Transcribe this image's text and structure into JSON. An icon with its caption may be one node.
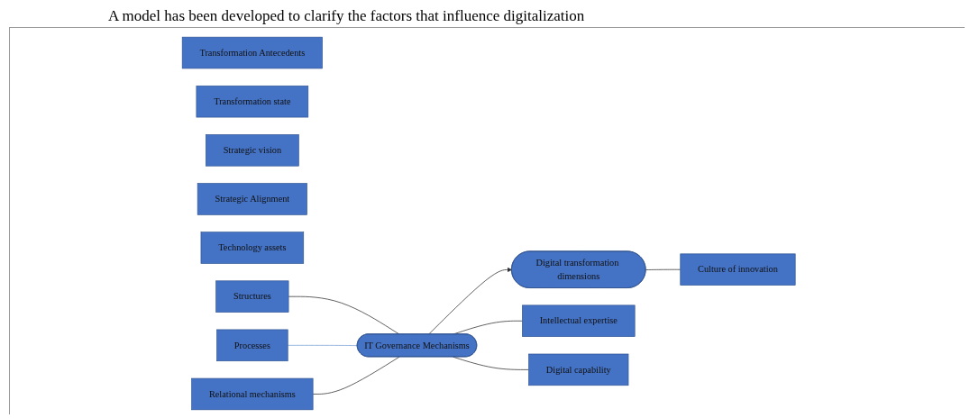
{
  "diagram": {
    "title": "A model has been developed to clarify the factors that influence digitalization",
    "nodes": [
      {
        "text": [
          "Transformation Antecedents"
        ]
      },
      {
        "text": [
          "Transformation state"
        ]
      },
      {
        "text": [
          "Strategic vision"
        ]
      },
      {
        "text": [
          "Strategic Alignment"
        ]
      },
      {
        "text": [
          "Technology assets"
        ]
      },
      {
        "text": [
          "Structures"
        ]
      },
      {
        "text": [
          "Processes"
        ]
      },
      {
        "text": [
          "Relational mechanisms"
        ]
      },
      {
        "text": [
          "IT Governance Mechanisms"
        ]
      },
      {
        "text": [
          "Digital transformation dimensions"
        ]
      },
      {
        "text": [
          "Intellectual expertise"
        ]
      },
      {
        "text": [
          "Digital capability"
        ]
      },
      {
        "text": [
          "Culture of innovation"
        ]
      }
    ],
    "edges": [
      {
        "from": 5,
        "to": 8,
        "arrow": "none"
      },
      {
        "from": 6,
        "to": 8,
        "arrow": "none",
        "color": "#7aa3d6"
      },
      {
        "from": 7,
        "to": 8,
        "arrow": "none"
      },
      {
        "from": 8,
        "to": 10,
        "arrow": "none"
      },
      {
        "from": 8,
        "to": 11,
        "arrow": "none"
      },
      {
        "from": 8,
        "to": 9,
        "arrow": "to"
      },
      {
        "from": 9,
        "to": 12,
        "arrow": "none"
      }
    ]
  }
}
